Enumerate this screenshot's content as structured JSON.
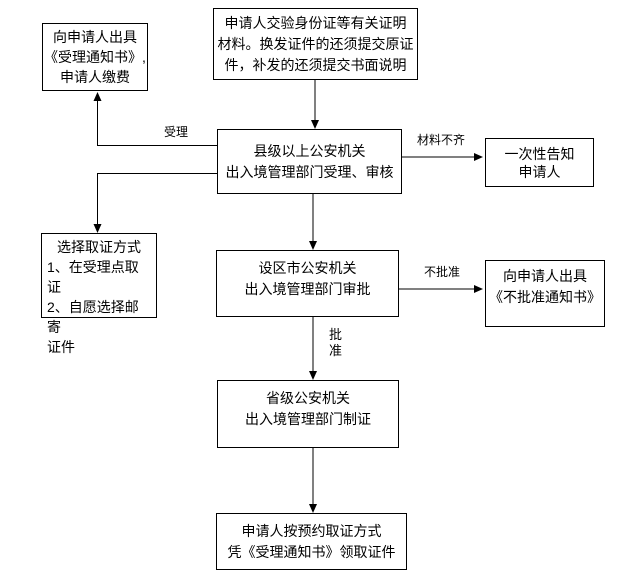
{
  "diagram": {
    "background_color": "#ffffff",
    "line_color": "#000000",
    "nodes": {
      "notice_accept": {
        "text": "向申请人出具\n《受理通知书》,\n申请人缴费"
      },
      "submit_materials": {
        "text": "申请人交验身份证等有关证明\n材料。换发证件的还须提交原证\n件，补发的还须提交书面说明"
      },
      "county_review": {
        "text": "县级以上公安机关\n出入境管理部门受理、审核"
      },
      "inform_once": {
        "text": "一次性告知\n申请人"
      },
      "choose_method": {
        "title": "选择取证方式",
        "body": "1、在受理点取证\n2、自愿选择邮寄\n证件"
      },
      "city_approve": {
        "text": "设区市公安机关\n出入境管理部门审批"
      },
      "notice_deny": {
        "text": "向申请人出具\n《不批准通知书》"
      },
      "province_produce": {
        "text": "省级公安机关\n出入境管理部门制证"
      },
      "collect_cert": {
        "text": "申请人按预约取证方式\n凭《受理通知书》领取证件"
      }
    },
    "edge_labels": {
      "accepted": "受理",
      "materials_incomplete": "材料不齐",
      "not_approved": "不批准",
      "approved": "批\n准"
    }
  }
}
